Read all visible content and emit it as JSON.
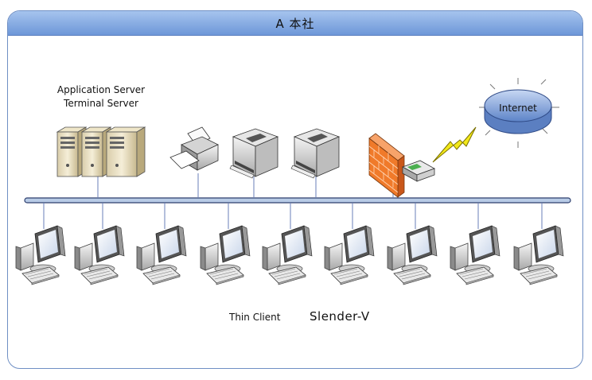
{
  "title": "A 本社",
  "servers": {
    "line1": "Application  Server",
    "line2": "Terminal Server"
  },
  "internet": {
    "label": "Internet"
  },
  "client": {
    "label": "Thin Client",
    "product": "Slender-V"
  },
  "colors": {
    "title_bar": "#8bb0e6",
    "frame_border": "#6f8fc4",
    "backbone": "#b8cbe6",
    "firewall": "#f07a2a",
    "lightning": "#f2e81a",
    "cloud": "#6f93d4"
  },
  "icons": [
    "server-icon",
    "printer-icon",
    "laser-printer-icon",
    "firewall-icon",
    "router-icon",
    "lightning-icon",
    "internet-cloud-icon",
    "workstation-icon"
  ]
}
